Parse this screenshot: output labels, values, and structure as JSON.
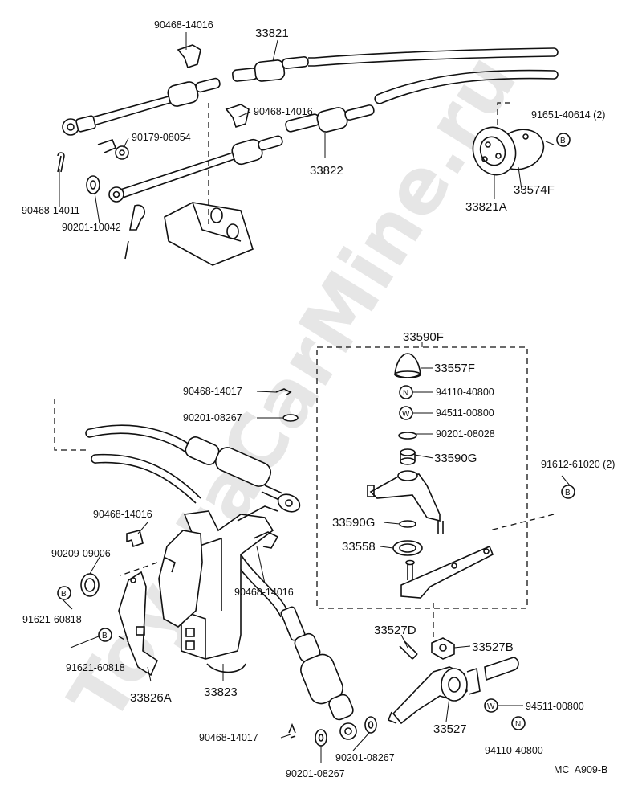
{
  "watermark": "ToyotaCarMine.ru",
  "sheet_code": "MC  A909-B",
  "labels": {
    "p90468_14016_a": "90468-14016",
    "p33821": "33821",
    "p90468_14016_b": "90468-14016",
    "p90179_08054": "90179-08054",
    "p33822": "33822",
    "p91651_40614": "91651-40614 (2)",
    "p33574F": "33574F",
    "p33821A": "33821A",
    "p90468_14011": "90468-14011",
    "p90201_10042": "90201-10042",
    "p33590F": "33590F",
    "p33557F": "33557F",
    "p94110_40800_a": "94110-40800",
    "p94511_00800_a": "94511-00800",
    "p90201_08028": "90201-08028",
    "p33590G_a": "33590G",
    "p90468_14017_a": "90468-14017",
    "p90201_08267_a": "90201-08267",
    "p91612_61020": "91612-61020 (2)",
    "p33590G_b": "33590G",
    "p33558": "33558",
    "p90468_14016_c": "90468-14016",
    "p90209_09006": "90209-09006",
    "p90468_14016_d": "90468-14016",
    "p91621_60818_a": "91621-60818",
    "p91621_60818_b": "91621-60818",
    "p33527D": "33527D",
    "p33527B": "33527B",
    "p33826A": "33826A",
    "p33823": "33823",
    "p33527": "33527",
    "p94511_00800_b": "94511-00800",
    "p94110_40800_b": "94110-40800",
    "p90468_14017_b": "90468-14017",
    "p90201_08267_b": "90201-08267",
    "p90201_08267_c": "90201-08267"
  },
  "symbols": {
    "B": "B",
    "N": "N",
    "W": "W"
  }
}
